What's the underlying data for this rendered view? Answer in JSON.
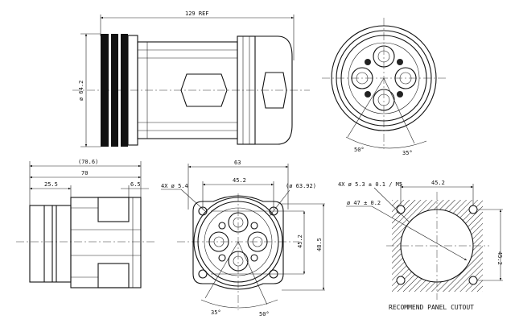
{
  "drawing": {
    "top_side_view": {
      "length_ref": "129 REF",
      "diameter": "ø 64.2"
    },
    "top_front_view": {
      "angle_left": "50°",
      "angle_right": "35°"
    },
    "bottom_side_view": {
      "overall_ref": "(70.6)",
      "length": "70",
      "front_part": "25.5",
      "rear_part": "6.5"
    },
    "flange_view": {
      "width": "63",
      "hole_spacing_h": "45.2",
      "hole_spacing_v": "45.2",
      "height": "48.5",
      "mount_holes": "4X ø 5.4",
      "pcd": "(ø 63.92)",
      "angle_left": "35°",
      "angle_right": "50°"
    },
    "panel_cutout": {
      "threaded_holes": "4X ø 5.3 ± 0.1 / M5",
      "cutout_diameter": "ø 47 ± 0.2",
      "hole_spacing_h": "45.2",
      "hole_spacing_v": "45.2",
      "caption": "RECOMMEND PANEL CUTOUT"
    }
  }
}
